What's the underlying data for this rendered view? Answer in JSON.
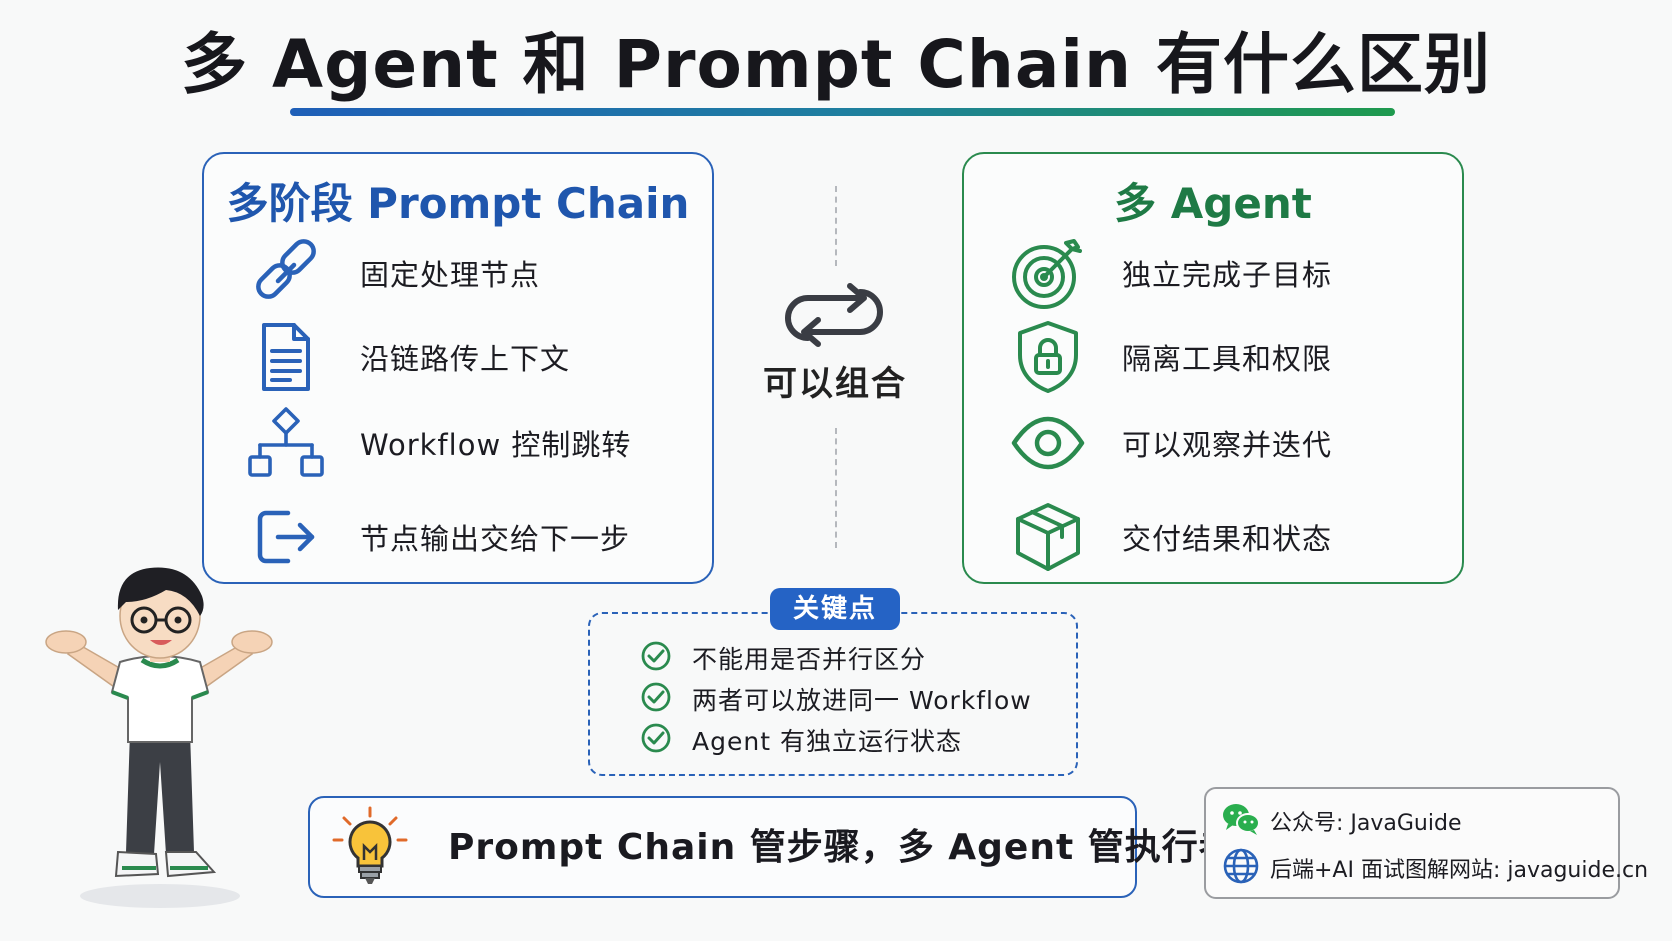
{
  "title": "多 Agent 和 Prompt Chain 有什么区别",
  "left_panel": {
    "title": "多阶段 Prompt Chain",
    "items": [
      {
        "icon": "chain-link-icon",
        "label": "固定处理节点"
      },
      {
        "icon": "document-icon",
        "label": "沿链路传上下文"
      },
      {
        "icon": "workflow-icon",
        "label": "Workflow 控制跳转"
      },
      {
        "icon": "exit-arrow-icon",
        "label": "节点输出交给下一步"
      }
    ]
  },
  "middle": {
    "icon": "loop-icon",
    "label": "可以组合"
  },
  "right_panel": {
    "title": "多 Agent",
    "items": [
      {
        "icon": "target-icon",
        "label": "独立完成子目标"
      },
      {
        "icon": "shield-lock-icon",
        "label": "隔离工具和权限"
      },
      {
        "icon": "eye-icon",
        "label": "可以观察并迭代"
      },
      {
        "icon": "box-icon",
        "label": "交付结果和状态"
      }
    ]
  },
  "key_points": {
    "tag": "关键点",
    "items": [
      "不能用是否并行区分",
      "两者可以放进同一 Workflow",
      "Agent 有独立运行状态"
    ]
  },
  "summary": {
    "icon": "lightbulb-icon",
    "text": "Prompt Chain 管步骤，多 Agent 管执行者"
  },
  "brand": {
    "wechat_label": "公众号: JavaGuide",
    "site_label": "后端+AI 面试图解网站: javaguide.cn"
  },
  "colors": {
    "blue": "#2a62b8",
    "green": "#2a8a4e",
    "tag_blue": "#2563c5"
  }
}
